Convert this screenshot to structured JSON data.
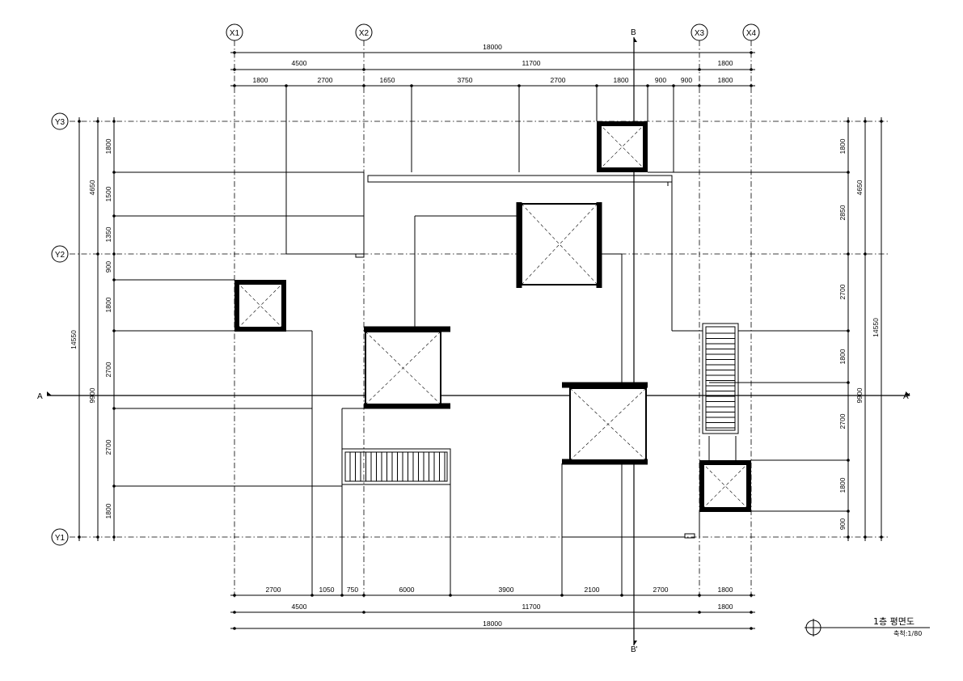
{
  "grid": {
    "x_lines": [
      "X1",
      "X2",
      "X3",
      "X4"
    ],
    "y_lines": [
      "Y3",
      "Y2",
      "Y1"
    ]
  },
  "section_marks": {
    "a_left": "A",
    "a_right": "A'",
    "b_top": "B",
    "b_bottom": "B'"
  },
  "dims_top": {
    "overall": "18000",
    "row2": [
      "4500",
      "11700",
      "1800"
    ],
    "row3": [
      "1800",
      "2700",
      "1650",
      "3750",
      "2700",
      "1800",
      "900",
      "900",
      "1800"
    ]
  },
  "dims_bottom": {
    "row1": [
      "2700",
      "1050",
      "750",
      "6000",
      "3900",
      "2100",
      "2700",
      "1800"
    ],
    "row2": [
      "4500",
      "11700",
      "1800"
    ],
    "overall": "18000"
  },
  "dims_left": {
    "outer": [
      "4650",
      "9900"
    ],
    "overall": "14550",
    "inner": [
      "1800",
      "1500",
      "1350",
      "900",
      "1800",
      "2700",
      "2700",
      "1800"
    ]
  },
  "dims_right": {
    "outer": [
      "4650",
      "9900"
    ],
    "overall": "14550",
    "inner": [
      "1800",
      "2850",
      "2700",
      "1800",
      "2700",
      "1800",
      "900"
    ]
  },
  "title_block": {
    "title": "1층 평면도",
    "scale": "축척:1/80"
  }
}
